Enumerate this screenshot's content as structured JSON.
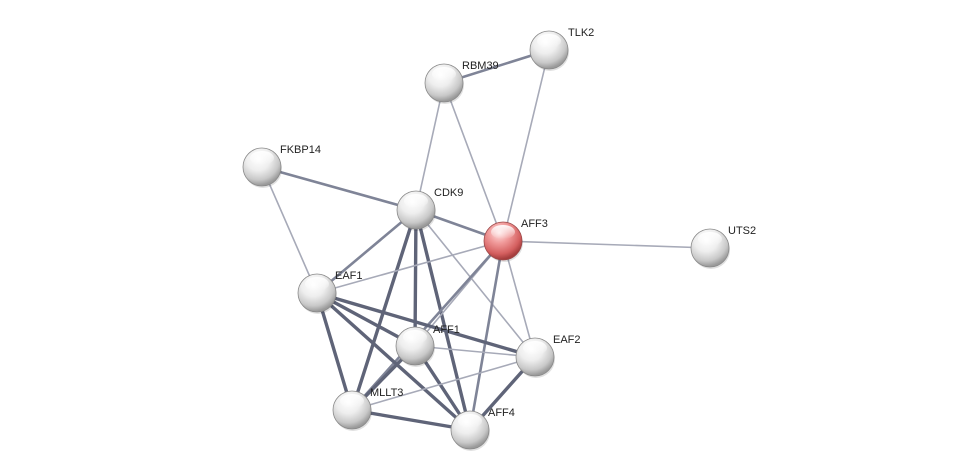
{
  "network": {
    "nodes": [
      {
        "id": "TLK2",
        "label": "TLK2",
        "color": "grey"
      },
      {
        "id": "RBM39",
        "label": "RBM39",
        "color": "grey"
      },
      {
        "id": "FKBP14",
        "label": "FKBP14",
        "color": "grey"
      },
      {
        "id": "CDK9",
        "label": "CDK9",
        "color": "grey"
      },
      {
        "id": "AFF3",
        "label": "AFF3",
        "color": "red",
        "query": true
      },
      {
        "id": "UTS2",
        "label": "UTS2",
        "color": "grey"
      },
      {
        "id": "EAF1",
        "label": "EAF1",
        "color": "grey"
      },
      {
        "id": "AFF1",
        "label": "AFF1",
        "color": "grey"
      },
      {
        "id": "EAF2",
        "label": "EAF2",
        "color": "grey"
      },
      {
        "id": "MLLT3",
        "label": "MLLT3",
        "color": "grey"
      },
      {
        "id": "AFF4",
        "label": "AFF4",
        "color": "grey"
      }
    ],
    "edges": [
      {
        "source": "RBM39",
        "target": "TLK2",
        "strength": "medium"
      },
      {
        "source": "RBM39",
        "target": "CDK9",
        "strength": "weak"
      },
      {
        "source": "RBM39",
        "target": "AFF3",
        "strength": "weak"
      },
      {
        "source": "TLK2",
        "target": "AFF3",
        "strength": "weak"
      },
      {
        "source": "FKBP14",
        "target": "CDK9",
        "strength": "medium"
      },
      {
        "source": "FKBP14",
        "target": "EAF1",
        "strength": "weak"
      },
      {
        "source": "CDK9",
        "target": "AFF3",
        "strength": "medium"
      },
      {
        "source": "AFF3",
        "target": "UTS2",
        "strength": "weak"
      },
      {
        "source": "CDK9",
        "target": "EAF1",
        "strength": "medium"
      },
      {
        "source": "CDK9",
        "target": "AFF1",
        "strength": "strong"
      },
      {
        "source": "CDK9",
        "target": "MLLT3",
        "strength": "strong"
      },
      {
        "source": "CDK9",
        "target": "AFF4",
        "strength": "strong"
      },
      {
        "source": "CDK9",
        "target": "EAF2",
        "strength": "weak"
      },
      {
        "source": "AFF3",
        "target": "EAF1",
        "strength": "weak"
      },
      {
        "source": "AFF3",
        "target": "AFF1",
        "strength": "weak"
      },
      {
        "source": "AFF3",
        "target": "EAF2",
        "strength": "weak"
      },
      {
        "source": "AFF3",
        "target": "AFF4",
        "strength": "medium"
      },
      {
        "source": "AFF3",
        "target": "MLLT3",
        "strength": "medium"
      },
      {
        "source": "EAF1",
        "target": "AFF1",
        "strength": "strong"
      },
      {
        "source": "EAF1",
        "target": "MLLT3",
        "strength": "strong"
      },
      {
        "source": "EAF1",
        "target": "AFF4",
        "strength": "strong"
      },
      {
        "source": "EAF1",
        "target": "EAF2",
        "strength": "strong"
      },
      {
        "source": "AFF1",
        "target": "MLLT3",
        "strength": "strong"
      },
      {
        "source": "AFF1",
        "target": "AFF4",
        "strength": "strong"
      },
      {
        "source": "AFF1",
        "target": "EAF2",
        "strength": "weak"
      },
      {
        "source": "MLLT3",
        "target": "AFF4",
        "strength": "strong"
      },
      {
        "source": "MLLT3",
        "target": "EAF2",
        "strength": "weak"
      },
      {
        "source": "EAF2",
        "target": "AFF4",
        "strength": "strong"
      }
    ]
  }
}
